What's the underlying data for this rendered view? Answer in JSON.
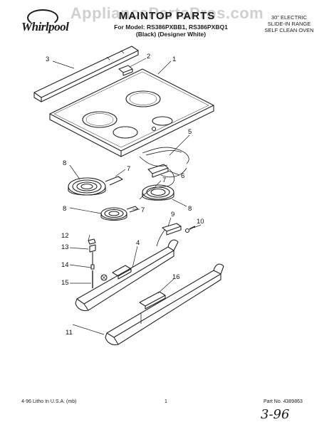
{
  "header": {
    "brand": "Whirlpool",
    "watermark": "AppliancePartsPros.com",
    "title": "MAINTOP PARTS",
    "model_line": "For Model: RS386PXBB1, RS386PXBQ1",
    "color_line": "(Black)  (Designer White)",
    "product_lines": [
      "30\" ELECTRIC",
      "SLIDE-IN RANGE",
      "SELF CLEAN OVEN"
    ]
  },
  "callouts": [
    "1",
    "2",
    "3",
    "4",
    "5",
    "6",
    "7",
    "7",
    "7",
    "8",
    "8",
    "8",
    "9",
    "10",
    "11",
    "12",
    "13",
    "14",
    "15",
    "16"
  ],
  "footer": {
    "left": "4-96 Litho In U.S.A. (mb)",
    "page": "1",
    "part_no": "Part No. 4389863",
    "handwritten": "3-96"
  }
}
